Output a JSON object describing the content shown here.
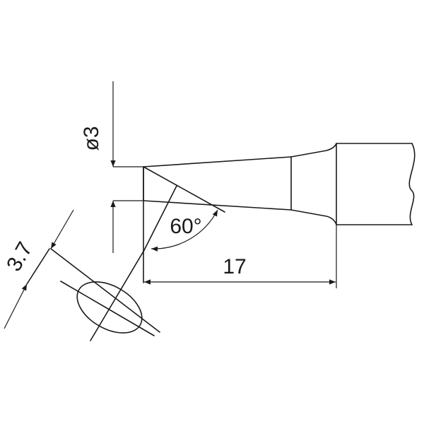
{
  "dimensions": {
    "diameter": "ø3",
    "angle": "60°",
    "length": "17",
    "width": "3.7"
  },
  "colors": {
    "line": "#1a1a1a",
    "background": "#ffffff"
  }
}
